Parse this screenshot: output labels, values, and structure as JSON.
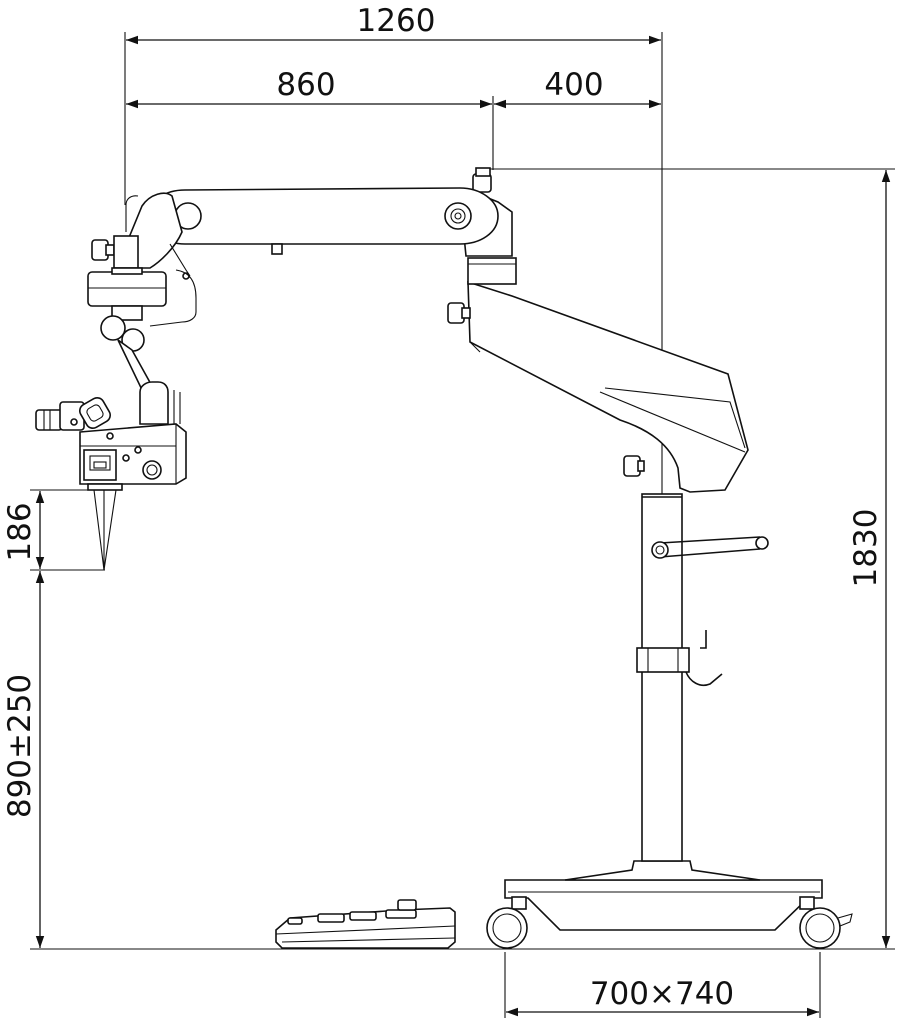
{
  "diagram": {
    "dimensions": {
      "total_reach": "1260",
      "arm_reach": "860",
      "stand_offset": "400",
      "working_distance": "186",
      "floor_to_focus": "890±250",
      "total_height": "1830",
      "base_footprint": "700×740"
    }
  }
}
